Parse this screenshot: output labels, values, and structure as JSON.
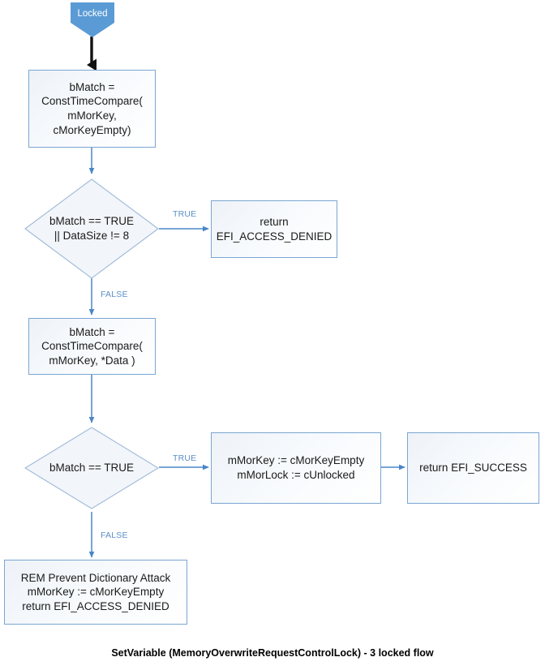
{
  "diagram": {
    "caption": "SetVariable (MemoryOverwriteRequestControlLock) - 3 locked flow",
    "colors": {
      "terminator_fill": "#5b9bd5",
      "node_border": "#7aa6d2",
      "node_fill": "#f4f7fb",
      "connector": "#4a86c8",
      "edge_label": "#5b8fc4",
      "start_arrow": "#000000",
      "text": "#1a1a1a"
    },
    "nodes": {
      "start": {
        "type": "terminator",
        "label": "Locked"
      },
      "compare_empty": {
        "type": "process",
        "lines": [
          "bMatch =",
          "ConstTimeCompare(",
          "mMorKey,",
          "cMorKeyEmpty)"
        ]
      },
      "check_match_or_size": {
        "type": "decision",
        "lines": [
          "bMatch == TRUE",
          "|| DataSize != 8"
        ]
      },
      "return_access_denied": {
        "type": "process",
        "lines": [
          "return",
          "EFI_ACCESS_DENIED"
        ]
      },
      "compare_data": {
        "type": "process",
        "lines": [
          "bMatch =",
          "ConstTimeCompare(",
          "mMorKey, *Data )"
        ]
      },
      "check_match": {
        "type": "decision",
        "lines": [
          "bMatch == TRUE"
        ]
      },
      "unlock_assign": {
        "type": "process",
        "lines": [
          "mMorKey := cMorKeyEmpty",
          "mMorLock := cUnlocked"
        ]
      },
      "return_success": {
        "type": "process",
        "lines": [
          "return EFI_SUCCESS"
        ]
      },
      "prevent_dictionary_attack": {
        "type": "process",
        "lines": [
          "REM Prevent Dictionary Attack",
          "mMorKey := cMorKeyEmpty",
          "return EFI_ACCESS_DENIED"
        ]
      }
    },
    "edge_labels": {
      "true_1": "TRUE",
      "false_1": "FALSE",
      "true_2": "TRUE",
      "false_2": "FALSE"
    }
  }
}
